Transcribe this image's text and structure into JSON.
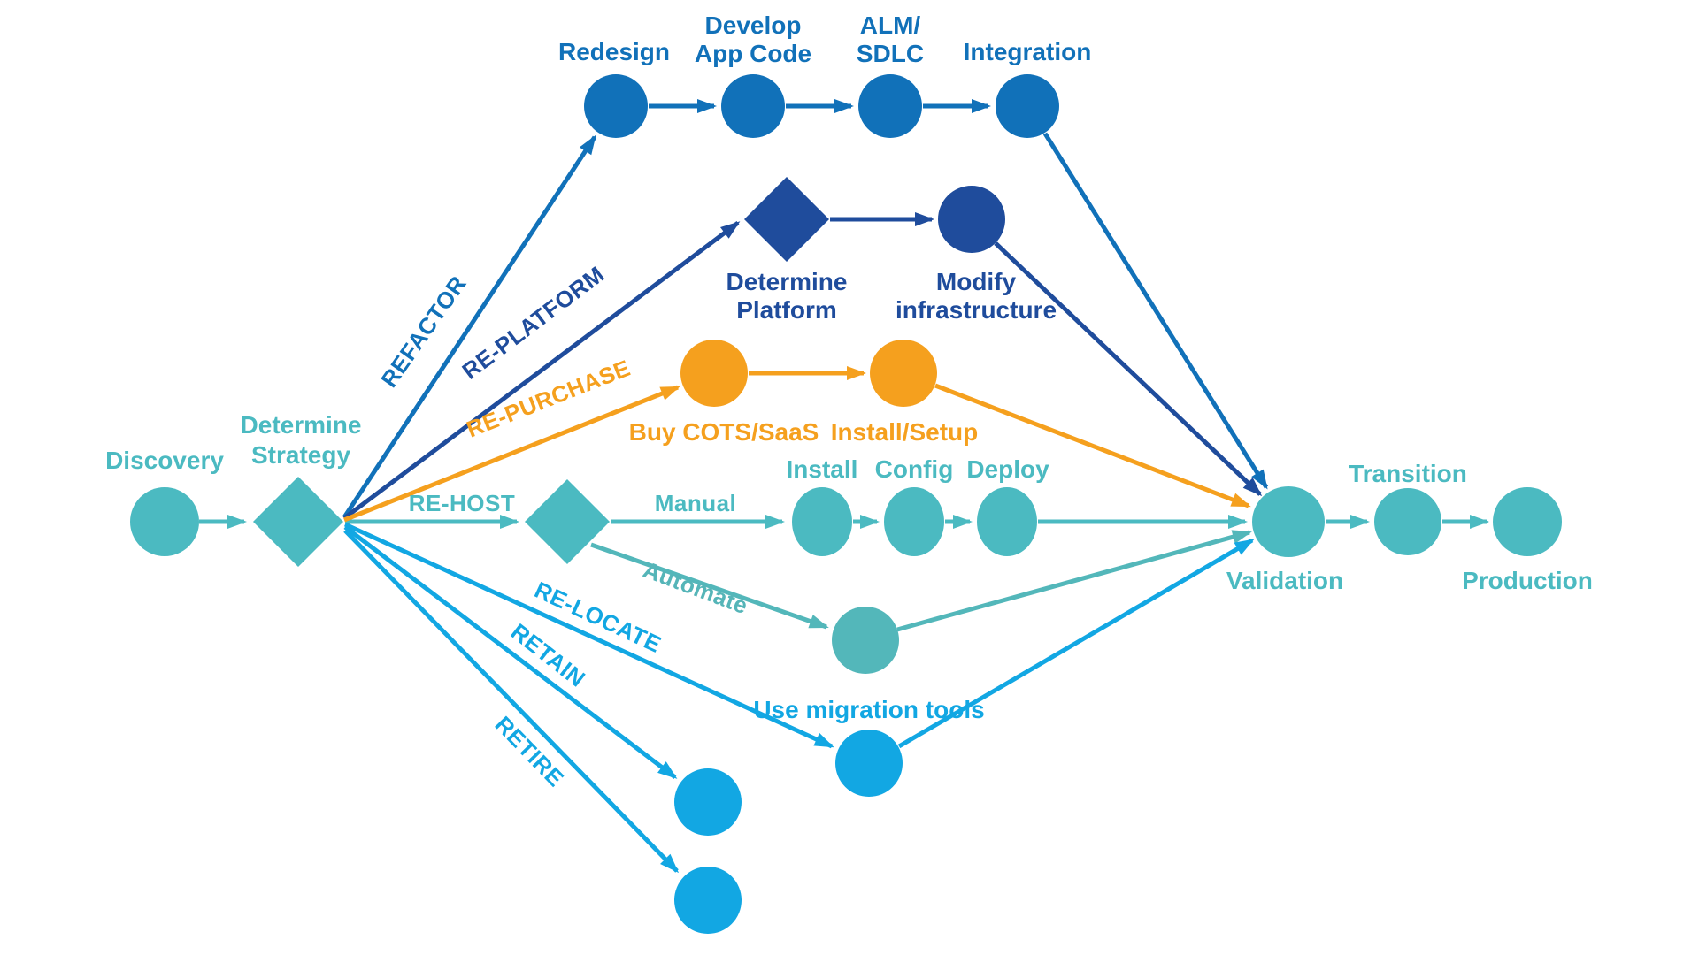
{
  "diagram": {
    "type": "flow-diagram",
    "subject": "cloud migration strategy paths",
    "colors": {
      "teal": "#4BBAC1",
      "teal_muted": "#53B7BA",
      "blue": "#1171B9",
      "navy": "#1F4C9C",
      "orange": "#F5A01E",
      "light_blue": "#12A7E3"
    },
    "main_path": {
      "discovery": {
        "label": "Discovery"
      },
      "determine_strategy": {
        "line1": "Determine",
        "line2": "Strategy"
      },
      "validation": {
        "label": "Validation"
      },
      "transition": {
        "label": "Transition"
      },
      "production": {
        "label": "Production"
      }
    },
    "branches": {
      "refactor": {
        "label": "REFACTOR",
        "steps": {
          "redesign": {
            "label": "Redesign"
          },
          "develop_app_code": {
            "line1": "Develop",
            "line2": "App Code"
          },
          "alm_sdlc": {
            "line1": "ALM/",
            "line2": "SDLC"
          },
          "integration": {
            "label": "Integration"
          }
        }
      },
      "re_platform": {
        "label": "RE-PLATFORM",
        "steps": {
          "determine_platform": {
            "line1": "Determine",
            "line2": "Platform"
          },
          "modify_infrastructure": {
            "line1": "Modify",
            "line2": "infrastructure"
          }
        }
      },
      "re_purchase": {
        "label": "RE-PURCHASE",
        "steps": {
          "buy_cots_saas": {
            "label": "Buy COTS/SaaS"
          },
          "install_setup": {
            "label": "Install/Setup"
          }
        }
      },
      "re_host": {
        "label": "RE-HOST",
        "manual_label": "Manual",
        "automate_label": "Automate",
        "steps": {
          "install": {
            "label": "Install"
          },
          "config": {
            "label": "Config"
          },
          "deploy": {
            "label": "Deploy"
          }
        }
      },
      "re_locate": {
        "label": "RE-LOCATE",
        "steps": {
          "use_migration_tools": {
            "label": "Use migration tools"
          }
        }
      },
      "retain": {
        "label": "RETAIN"
      },
      "retire": {
        "label": "RETIRE"
      }
    }
  }
}
